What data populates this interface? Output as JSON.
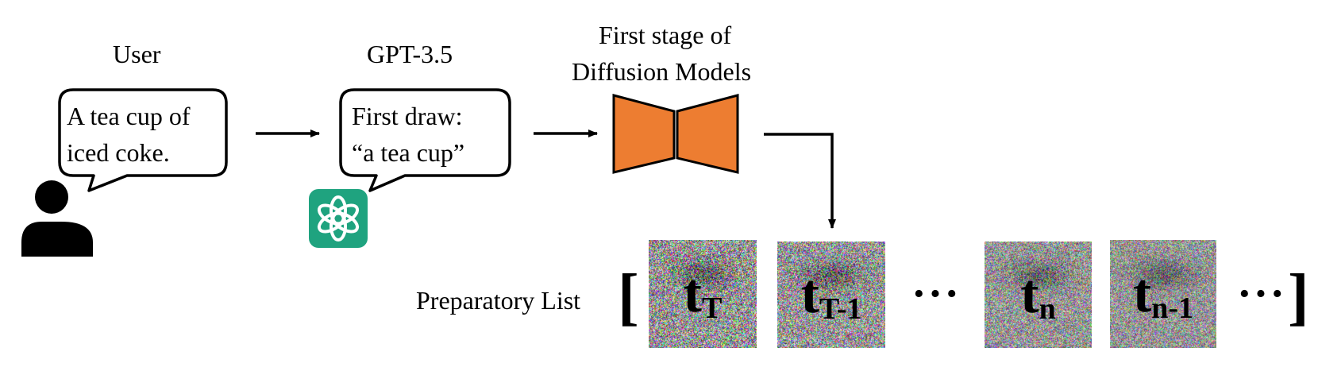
{
  "user": {
    "title": "User",
    "bubble_line1": "A tea cup of",
    "bubble_line2": "iced coke.",
    "icon": "person-icon"
  },
  "gpt": {
    "title": "GPT-3.5",
    "bubble_line1": "First draw:",
    "bubble_line2": "“a tea cup”",
    "icon": "openai-logo-icon",
    "logo_color": "#1fa37f"
  },
  "diffusion": {
    "title_line1": "First stage of",
    "title_line2": "Diffusion Models",
    "icon": "encoder-decoder-icon",
    "color": "#ed7d31"
  },
  "preparatory": {
    "label": "Preparatory List",
    "open_bracket": "[",
    "close_bracket": "]",
    "ellipsis": "···",
    "items": [
      {
        "main": "t",
        "sub": "T",
        "noise_level": 1.0
      },
      {
        "main": "t",
        "sub": "T-1",
        "noise_level": 0.92
      },
      {
        "main": "t",
        "sub": "n",
        "noise_level": 0.75
      },
      {
        "main": "t",
        "sub": "n-1",
        "noise_level": 0.7
      }
    ]
  }
}
